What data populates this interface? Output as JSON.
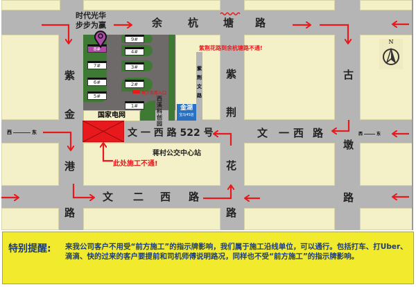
{
  "roads": {
    "yuhangtang": [
      "余",
      "杭",
      "塘",
      "路"
    ],
    "zijingang": [
      "紫",
      "金",
      "港",
      "路"
    ],
    "zijinghua": [
      "紫",
      "荆",
      "花",
      "路"
    ],
    "gudun": [
      "古",
      "墩",
      "路"
    ],
    "wenyi_left": "文 一 西 路 522 号",
    "wenyi_right": [
      "文",
      "一",
      "西",
      "路"
    ],
    "wener": [
      "文",
      "二",
      "西",
      "路"
    ],
    "zijingwen": [
      "紫",
      "荆",
      "文",
      "路"
    ]
  },
  "labels": {
    "company_line1": "时代光华",
    "company_line2": "步步为赢",
    "state_grid": "国家电网",
    "park": [
      "西",
      "溪",
      "科",
      "创",
      "园"
    ],
    "jinhu": "金湖",
    "jinhu_sub": "宝马4S店",
    "bus_station": "蒋村公交中心站",
    "parking": "地下车库入口",
    "west": "西",
    "east": "东",
    "north": "N"
  },
  "warnings": {
    "zijinghua_closed": "紫荆花路到余杭塘路不通!",
    "construction": "此处施工不通!"
  },
  "buildings": [
    "8#",
    "7#",
    "6#",
    "5#",
    "9#",
    "4#",
    "3#",
    "2#",
    "1#"
  ],
  "note": {
    "title": "特别提醒:",
    "body": "来我公司客户不用受“前方施工”的指示牌影响，我们属于施工沿线单位，可以通行。包括打车、打Uber、滴滴、快的过来的客户要提前和司机师傅说明路况，同样也不受“前方施工”的指示牌影响。"
  },
  "colors": {
    "arrow": "#e8191d",
    "road": "#b5b5b5",
    "block": "#f4f0c8",
    "note_bg": "#f2ea2c",
    "pin": "#b04aa8"
  }
}
